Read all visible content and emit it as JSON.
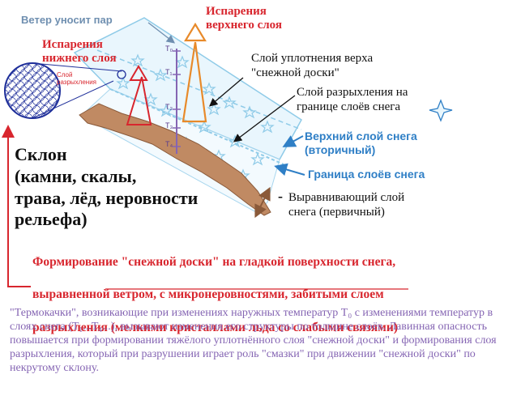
{
  "labels": {
    "wind": "Ветер уносит пар",
    "evap_upper": "Испарения\nверхнего слоя",
    "evap_lower": "Испарения\nнижнего слоя",
    "loose_small": "Слой\nразрыхления",
    "compaction": "Слой уплотнения верха\n\"снежной доски\"",
    "loosening": "Слой разрыхления на\nгранице слоёв снега",
    "upper_snow": "Верхний слой снега\n(вторичный)",
    "boundary": "Граница слоёв снега",
    "dash": "-",
    "leveling": "Выравнивающий слой\nснега (первичный)",
    "slope": "Склон\n(камни, скалы,\nтрава, лёд, неровности\nрельефа)"
  },
  "ticks": {
    "t0": "T₀",
    "t1": "T₁",
    "t2": "T₂",
    "t3": "T₃",
    "t4": "T₄"
  },
  "slab_text": {
    "line1": "Формирование \"снежной доски\" на гладкой поверхности снега,",
    "line2": "выравненной ветром, с микронеровностями, забитыми слоем",
    "line3": "разрыхления (мелкими кристаллами льда со слабыми связями)"
  },
  "note": "\"Термокачки\", возникающие при изменениях наружных температур T₀ с изменениями температур в слоях снега (T₁...T₄...), вызывают изменения его структуры по толщине слоёв. Лавинная опасность повышается при формировании тяжёлого уплотнённого слоя \"снежной доски\" и формирования слоя разрыхления, который при разрушении играет роль \"смазки\" при движении \"снежной доски\" по некрутому склону.",
  "colors": {
    "red": "#d8262e",
    "blue": "#2f7fc6",
    "gray_blue": "#6f8fb0",
    "orange": "#e88a2a",
    "slope_brown": "#b9825a",
    "snow_fill": "#e9f6fd",
    "star_blue": "#8fcbe8",
    "purple": "#8565b3",
    "dark_blue": "#1f2f9a"
  }
}
